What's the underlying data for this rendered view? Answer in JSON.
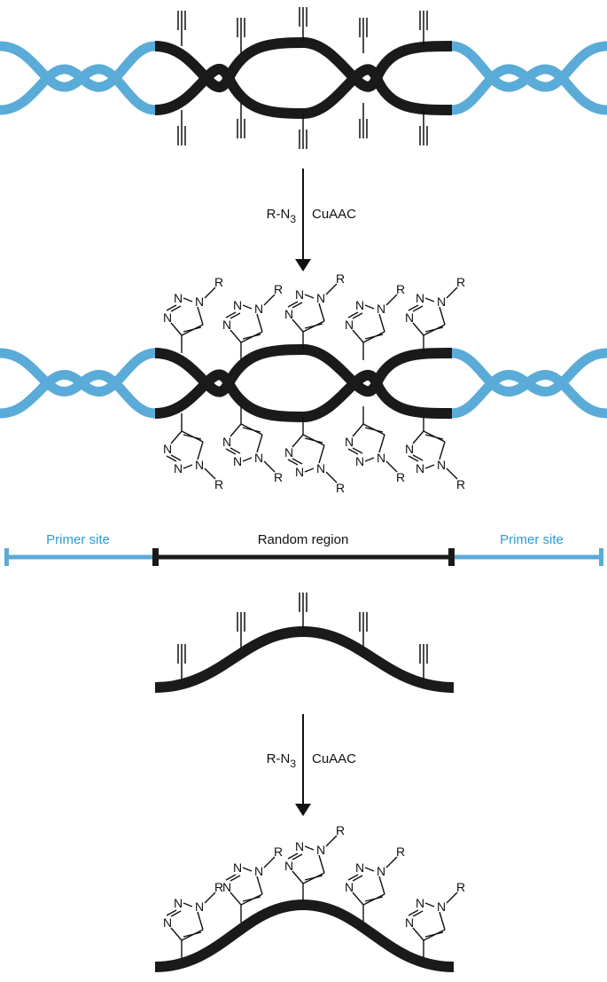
{
  "colors": {
    "primer": "#5aabd8",
    "random": "#1a1a1a",
    "text": "#111111"
  },
  "reagent1": {
    "reagent": "R-N",
    "subscript": "3",
    "method": "CuAAC"
  },
  "reagent2": {
    "reagent": "R-N",
    "subscript": "3",
    "method": "CuAAC"
  },
  "schematic": {
    "left_primer": "Primer site",
    "random_region": "Random region",
    "right_primer": "Primer site"
  },
  "triazole_atoms": {
    "nitrogen": "N",
    "substituent": "R"
  },
  "icons": [
    "alkyne-icon",
    "triazole-icon",
    "arrow-down-icon"
  ]
}
